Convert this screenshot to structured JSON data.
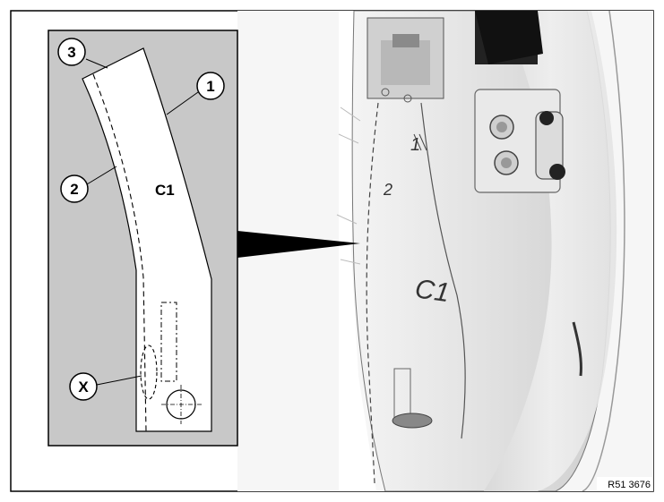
{
  "figure_id": "R51 3676",
  "detail": {
    "part_label": "C1",
    "callouts": [
      "1",
      "2",
      "3",
      "X"
    ]
  },
  "photo": {
    "markings": [
      "1",
      "2",
      "C1"
    ]
  },
  "colors": {
    "background": "#ffffff",
    "frame": "#000000",
    "detail_background": "#c8c8c8",
    "photo_background": "#ededed"
  }
}
